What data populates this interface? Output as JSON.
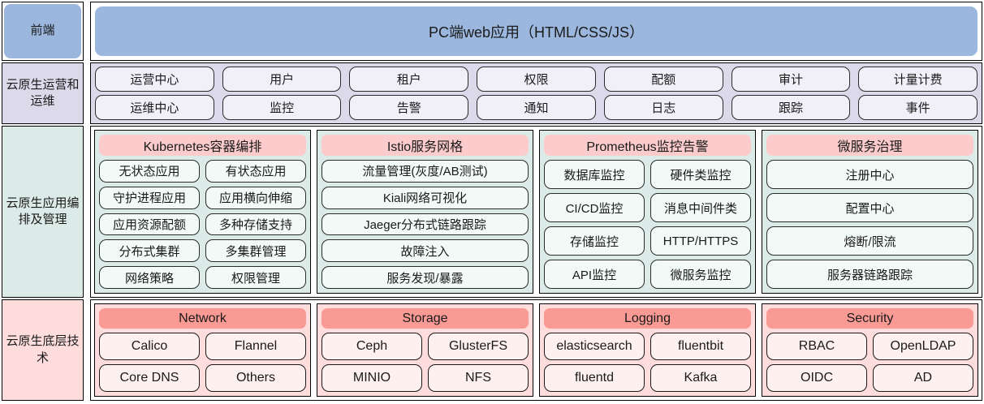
{
  "bands": [
    {
      "label": "前端",
      "type": "banner",
      "banner": "PC端web应用（HTML/CSS/JS）"
    },
    {
      "label": "云原生运营和运维",
      "type": "pills",
      "rows": [
        [
          "运营中心",
          "用户",
          "租户",
          "权限",
          "配额",
          "审计",
          "计量计费"
        ],
        [
          "运维中心",
          "监控",
          "告警",
          "通知",
          "日志",
          "跟踪",
          "事件"
        ]
      ]
    },
    {
      "label": "云原生应用编排及管理",
      "type": "columns",
      "columns": [
        {
          "head": "Kubernetes容器编排",
          "rows": [
            [
              "无状态应用",
              "有状态应用"
            ],
            [
              "守护进程应用",
              "应用横向伸缩"
            ],
            [
              "应用资源配额",
              "多种存储支持"
            ],
            [
              "分布式集群",
              "多集群管理"
            ],
            [
              "网络策略",
              "权限管理"
            ]
          ]
        },
        {
          "head": "Istio服务网格",
          "rows": [
            [
              "流量管理(灰度/AB测试)"
            ],
            [
              "Kiali网络可视化"
            ],
            [
              "Jaeger分布式链路跟踪"
            ],
            [
              "故障注入"
            ],
            [
              "服务发现/暴露"
            ]
          ]
        },
        {
          "head": "Prometheus监控告警",
          "rows": [
            [
              "数据库监控",
              "硬件类监控"
            ],
            [
              "CI/CD监控",
              "消息中间件类"
            ],
            [
              "存储监控",
              "HTTP/HTTPS"
            ],
            [
              "API监控",
              "微服务监控"
            ]
          ]
        },
        {
          "head": "微服务治理",
          "rows": [
            [
              "注册中心"
            ],
            [
              "配置中心"
            ],
            [
              "熔断/限流"
            ],
            [
              "服务器链路跟踪"
            ]
          ]
        }
      ]
    },
    {
      "label": "云原生底层技术",
      "type": "columns-pink",
      "columns": [
        {
          "head": "Network",
          "rows": [
            [
              "Calico",
              "Flannel"
            ],
            [
              "Core DNS",
              "Others"
            ]
          ]
        },
        {
          "head": "Storage",
          "rows": [
            [
              "Ceph",
              "GlusterFS"
            ],
            [
              "MINIO",
              "NFS"
            ]
          ]
        },
        {
          "head": "Logging",
          "rows": [
            [
              "elasticsearch",
              "fluentbit"
            ],
            [
              "fluentd",
              "Kafka"
            ]
          ]
        },
        {
          "head": "Security",
          "rows": [
            [
              "RBAC",
              "OpenLDAP"
            ],
            [
              "OIDC",
              "AD"
            ]
          ]
        }
      ]
    }
  ],
  "colors": {
    "frontend_blue": "#9bb7de",
    "ops_lavender": "#dcdaea",
    "app_mint": "#dcebe8",
    "base_pink": "#ffdddd",
    "head_pink_light": "#fccccc",
    "head_salmon": "#fa9a94"
  }
}
